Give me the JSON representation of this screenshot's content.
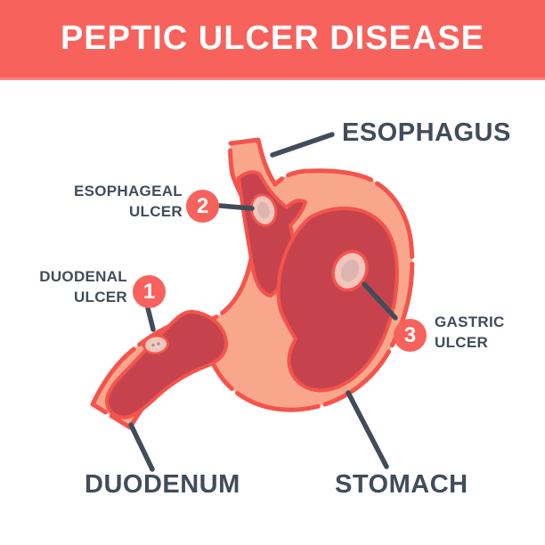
{
  "header": {
    "title": "PEPTIC ULCER DISEASE"
  },
  "anatomy_labels": {
    "esophagus": "ESOPHAGUS",
    "stomach": "STOMACH",
    "duodenum": "DUODENUM"
  },
  "callouts": [
    {
      "number": "1",
      "line1": "DUODENAL",
      "line2": "ULCER"
    },
    {
      "number": "2",
      "line1": "ESOPHAGEAL",
      "line2": "ULCER"
    },
    {
      "number": "3",
      "line1": "GASTRIC",
      "line2": "ULCER"
    }
  ],
  "colors": {
    "background": "#ffffff",
    "banner": "#f8625c",
    "title_text": "#ffffff",
    "outline": "#f4544c",
    "body": "#f9a78c",
    "interior": "#c6434e",
    "ulcer_ring": "#f4544c",
    "ulcer_mid": "#f2c6bd",
    "ulcer_core": "#ddb5af",
    "ulcer_core_light": "#ebd2cb",
    "ulcer_speck": "#b98e88",
    "badge": "#f8625c",
    "badge_text": "#ffffff",
    "label_text": "#414c5b",
    "leader_line": "#414c5b"
  }
}
